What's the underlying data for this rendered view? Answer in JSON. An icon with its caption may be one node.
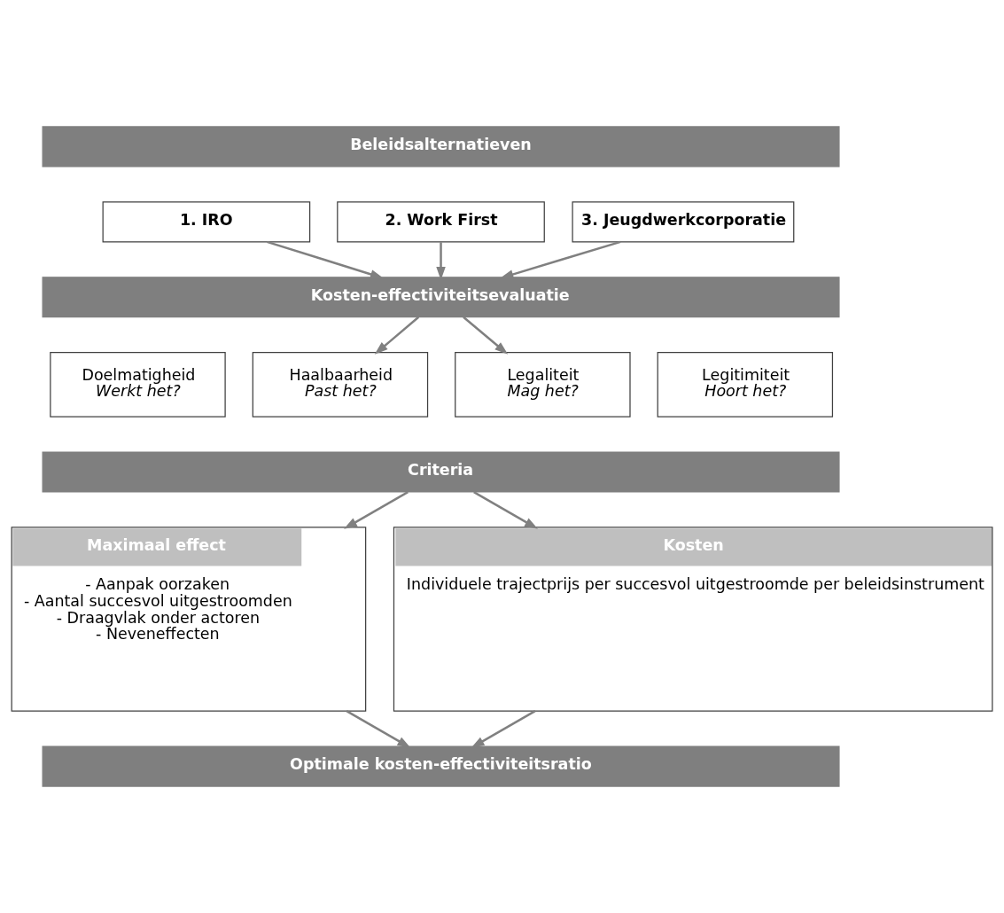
{
  "diagram": {
    "nodes": [
      {
        "text": [
          "Beleidsalternatieven"
        ]
      },
      {
        "text": [
          "1. IRO"
        ]
      },
      {
        "text": [
          "2. Work First"
        ]
      },
      {
        "text": [
          "3. Jeugdwerkcorporatie"
        ]
      },
      {
        "text": [
          "Kosten-effectiviteitsevaluatie"
        ]
      },
      {
        "text": [
          "Doelmatigheid",
          "Werkt het?"
        ]
      },
      {
        "text": [
          "Haalbaarheid",
          "Past het?"
        ]
      },
      {
        "text": [
          "Legaliteit",
          "Mag het?"
        ]
      },
      {
        "text": [
          "Legitimiteit",
          "Hoort het?"
        ]
      },
      {
        "text": [
          "Criteria"
        ]
      },
      {
        "text": [
          "Maximaal effect",
          "- Aanpak oorzaken",
          "- Aantal succesvol uitgestroomden",
          "- Draagvlak onder actoren",
          "- Neveneffecten"
        ]
      },
      {
        "text": [
          "Kosten",
          "Individuele trajectprijs per succesvol uitgestroomde per beleidsinstrument"
        ]
      },
      {
        "text": [
          "Optimale kosten-effectiviteitsratio"
        ]
      }
    ],
    "edges": [
      {
        "from": 1,
        "to": 4,
        "arrow": "to"
      },
      {
        "from": 2,
        "to": 4,
        "arrow": "to"
      },
      {
        "from": 3,
        "to": 4,
        "arrow": "to"
      },
      {
        "from": 4,
        "to": 6,
        "arrow": "to"
      },
      {
        "from": 4,
        "to": 7,
        "arrow": "to"
      },
      {
        "from": 9,
        "to": 10,
        "arrow": "to"
      },
      {
        "from": 9,
        "to": 11,
        "arrow": "to"
      },
      {
        "from": 10,
        "to": 12,
        "arrow": "to"
      },
      {
        "from": 11,
        "to": 12,
        "arrow": "to"
      }
    ]
  }
}
